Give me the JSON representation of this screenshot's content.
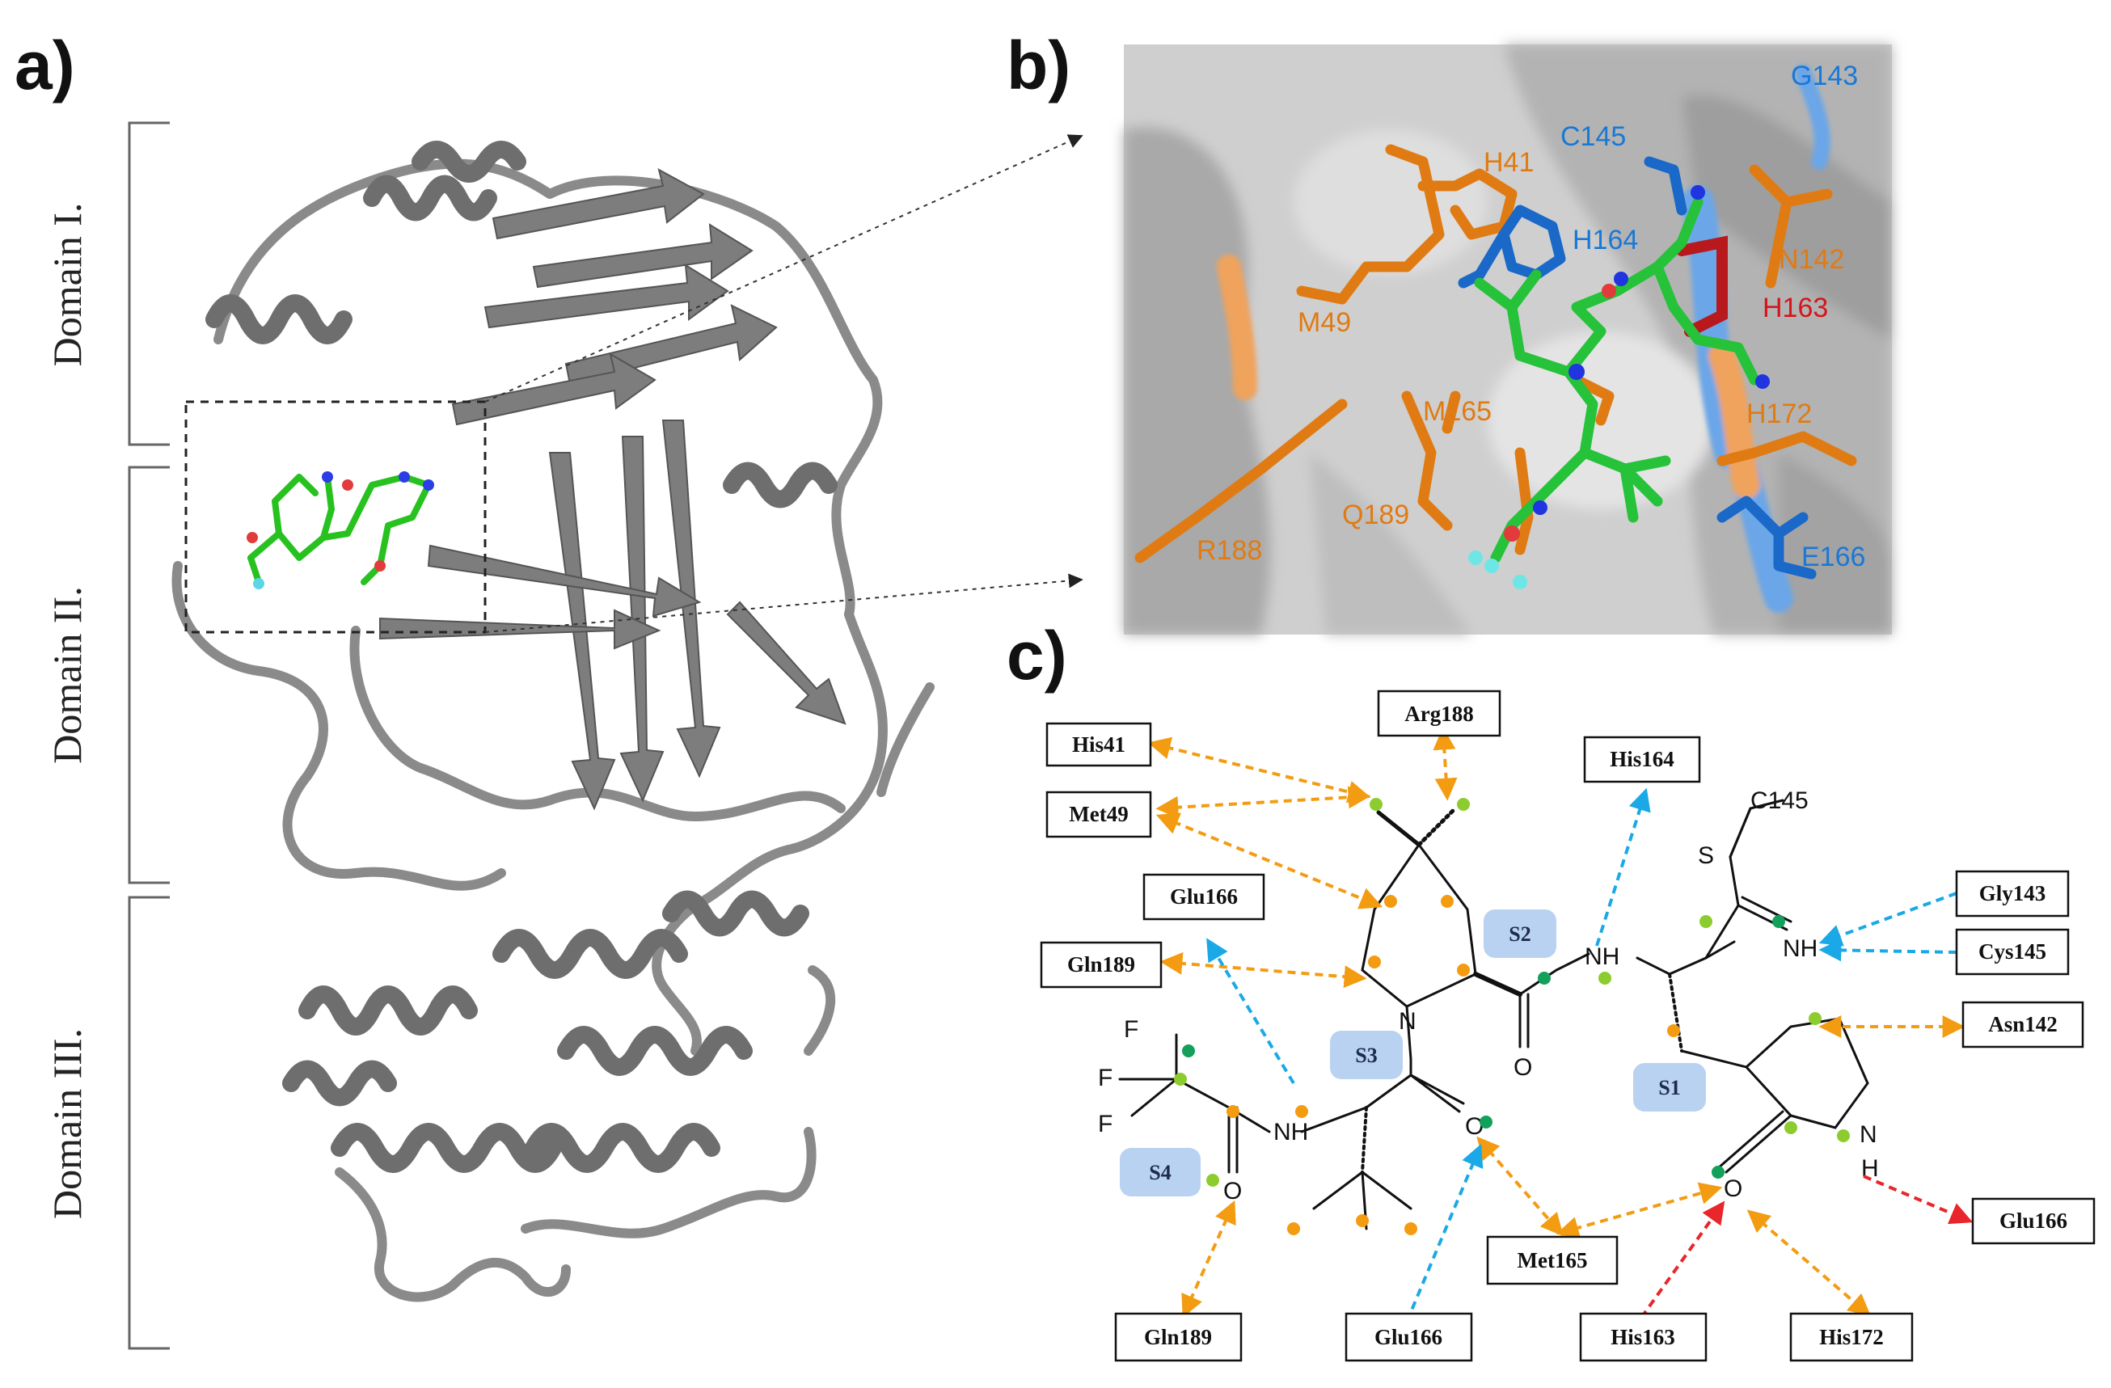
{
  "panels": {
    "a": "a)",
    "b": "b)",
    "c": "c)"
  },
  "domains": [
    "Domain I.",
    "Domain II.",
    "Domain III."
  ],
  "panel_b_labels": {
    "G143": "G143",
    "C145": "C145",
    "H41": "H41",
    "H164": "H164",
    "N142": "N142",
    "M49": "M49",
    "H163": "H163",
    "M165": "M165",
    "H172": "H172",
    "Q189": "Q189",
    "R188": "R188",
    "E166": "E166"
  },
  "panel_c": {
    "boxes": {
      "his41": "His41",
      "arg188": "Arg188",
      "his164": "His164",
      "met49": "Met49",
      "glu166_top": "Glu166",
      "gln189_left": "Gln189",
      "gly143": "Gly143",
      "cys145": "Cys145",
      "asn142": "Asn142",
      "glu166_right": "Glu166",
      "met165": "Met165",
      "gln189_bottom": "Gln189",
      "glu166_bottom": "Glu166",
      "his163": "His163",
      "his172": "His172"
    },
    "pockets": {
      "s1": "S1",
      "s2": "S2",
      "s3": "S3",
      "s4": "S4"
    },
    "atoms": {
      "c145": "C145",
      "s": "S",
      "nh_amide": "NH",
      "nh_imine": "NH",
      "n_ring": "N",
      "o_amide": "O",
      "nh_left": "NH",
      "o_s3": "O",
      "o_s4": "O",
      "f1": "F",
      "f2": "F",
      "f3": "F",
      "n_lactam": "N",
      "h_lactam": "H",
      "o_lactam": "O"
    }
  },
  "colors": {
    "orange_arrow": "#f39c12",
    "blue_arrow": "#1aa9e6",
    "red_arrow": "#e8262b",
    "orange_dot": "#f39c12",
    "green_dot": "#13a05a",
    "lime_dot": "#8ccc2e",
    "protein": "#7a7a7a",
    "ligand": "#27c21f",
    "pocket_bg": "#b9d2f2"
  }
}
